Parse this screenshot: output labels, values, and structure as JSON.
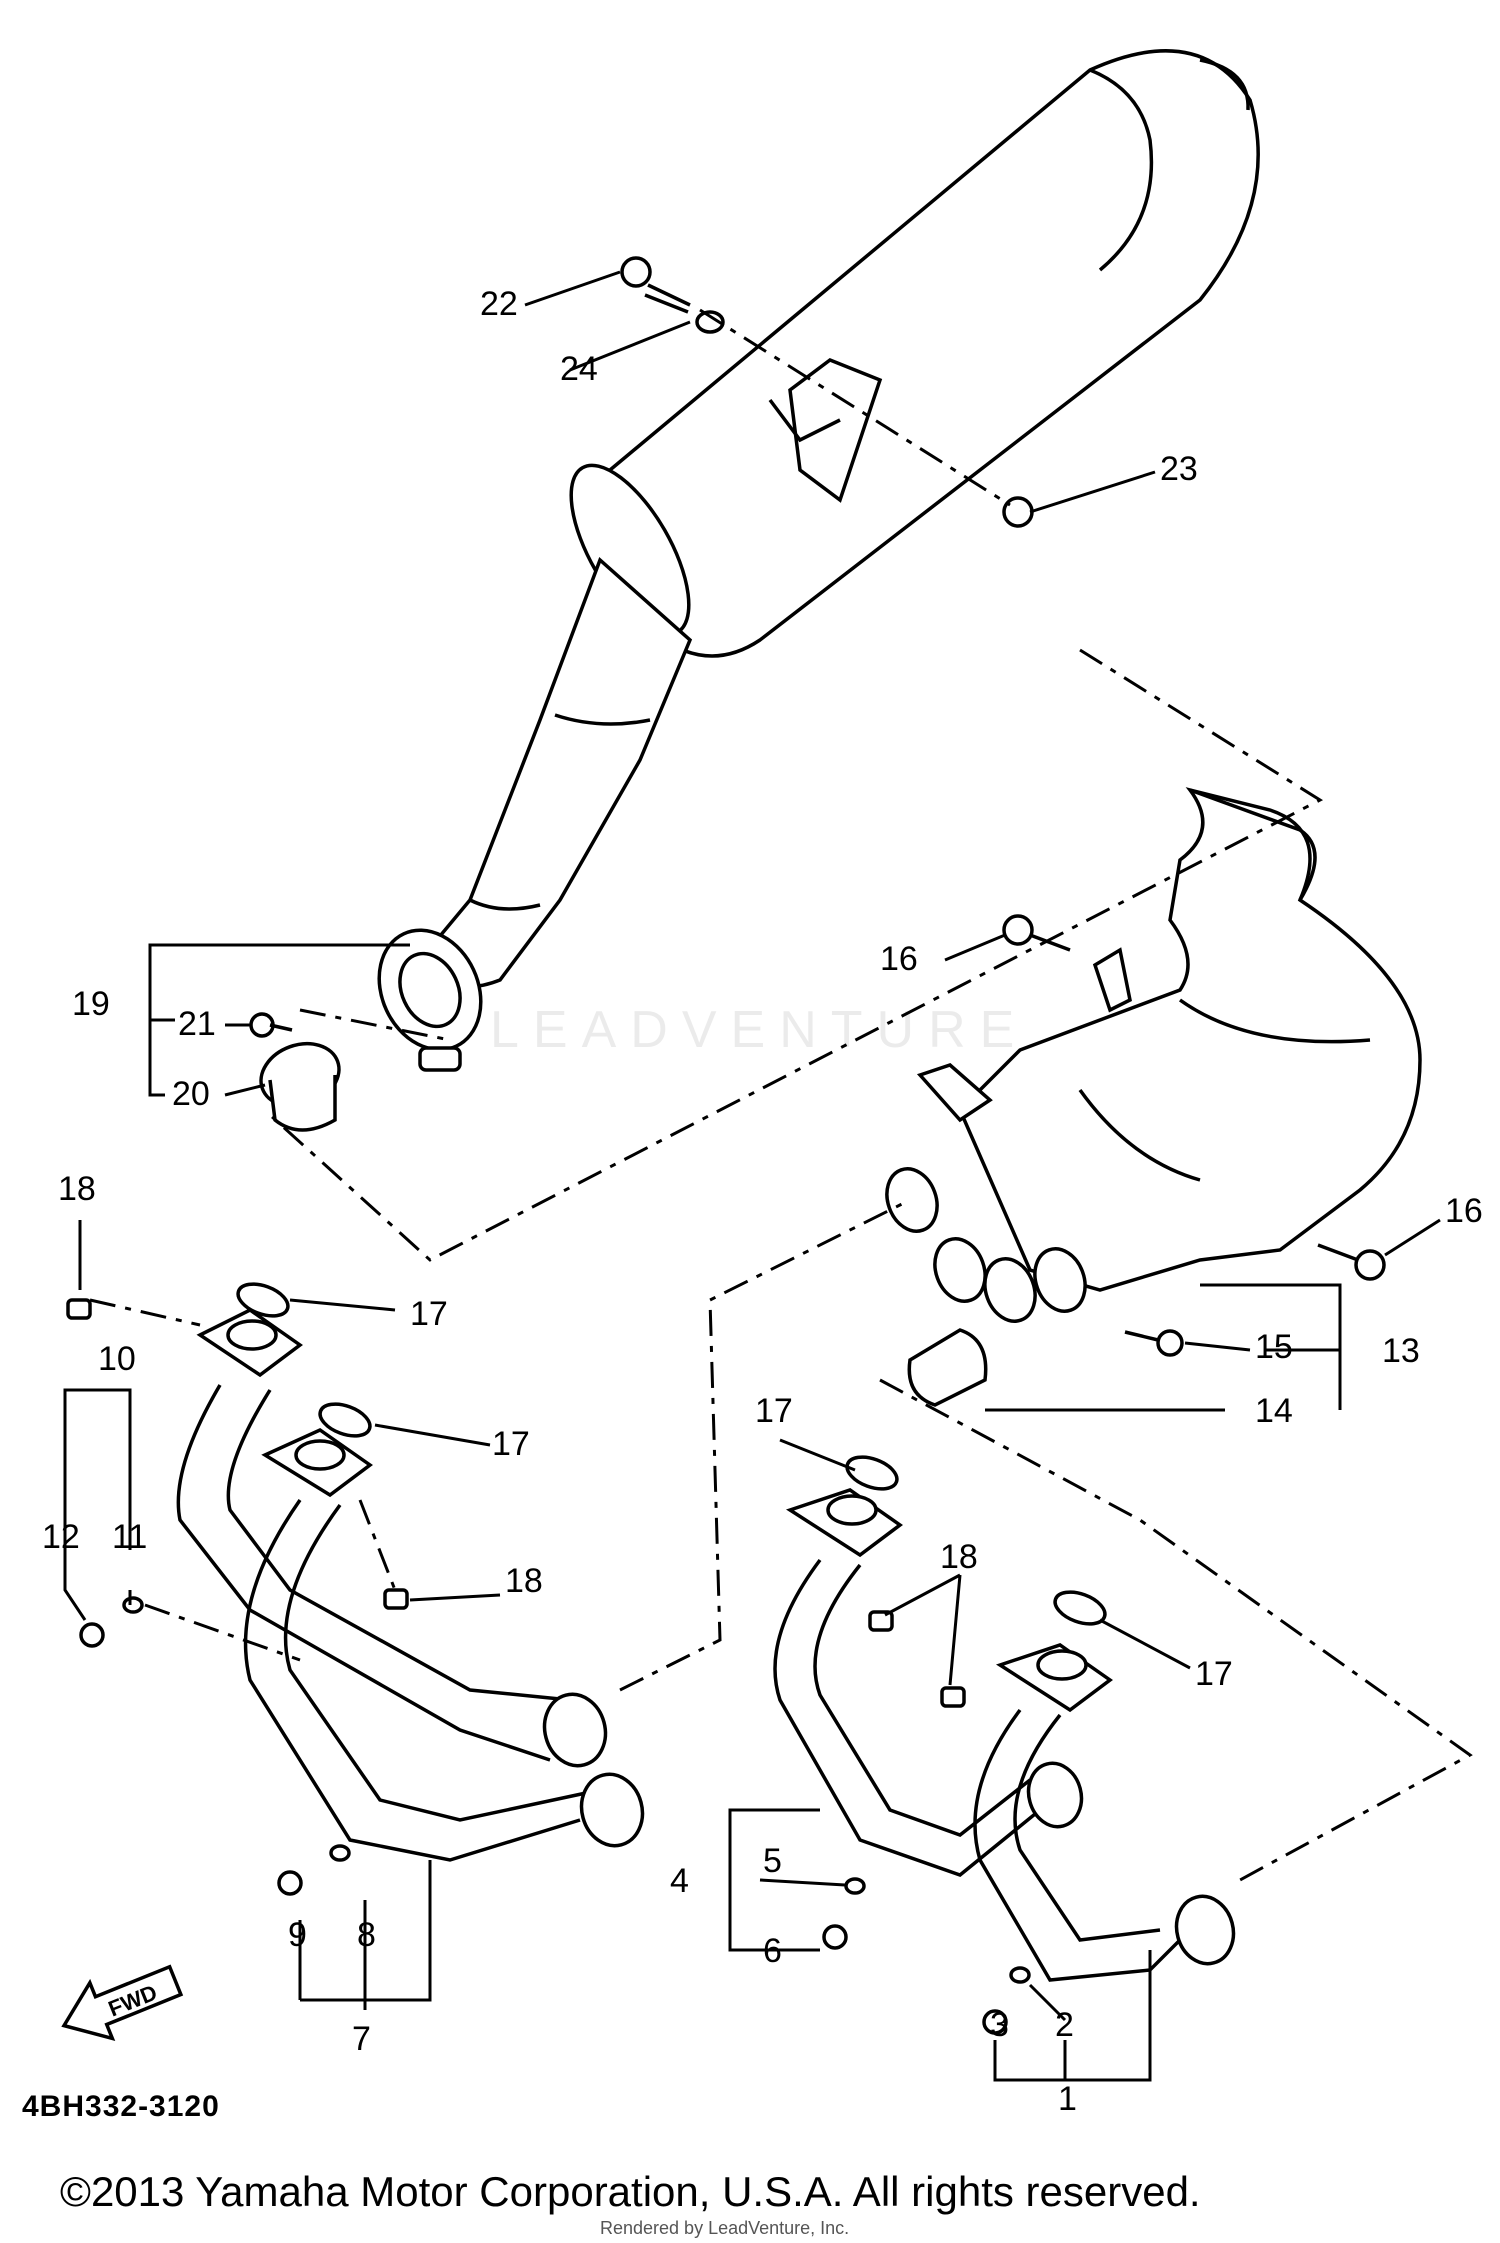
{
  "diagram": {
    "part_code": "4BH332-3120",
    "fwd_label": "FWD",
    "copyright": "©2013 Yamaha Motor Corporation, U.S.A. All rights reserved.",
    "rendered_by": "Rendered by LeadVenture, Inc.",
    "watermark": "LEADVENTURE",
    "callouts": [
      "1",
      "2",
      "3",
      "4",
      "5",
      "6",
      "7",
      "8",
      "9",
      "10",
      "11",
      "12",
      "13",
      "14",
      "15",
      "16",
      "16",
      "17",
      "17",
      "17",
      "17",
      "18",
      "18",
      "18",
      "19",
      "20",
      "21",
      "22",
      "23",
      "24"
    ]
  }
}
